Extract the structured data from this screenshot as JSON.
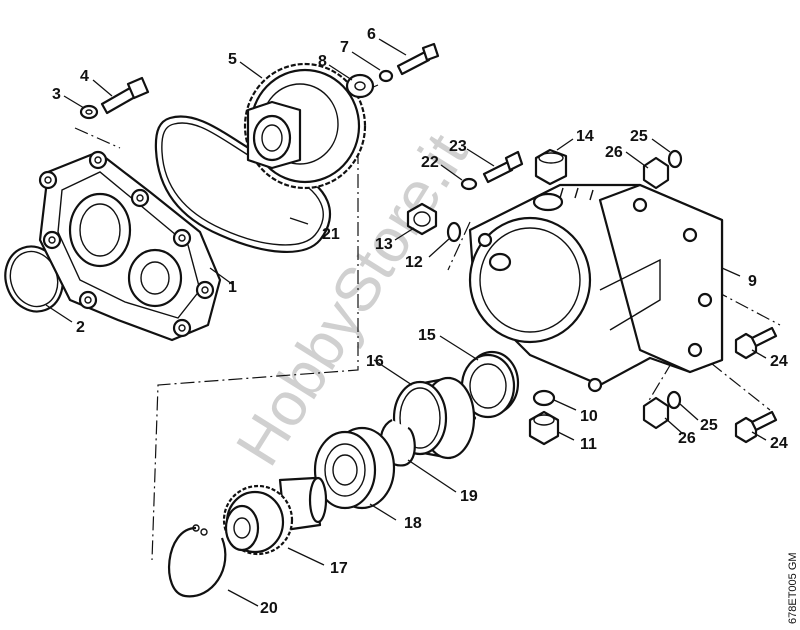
{
  "watermark": "HobbyStore.it",
  "drawing_code": "678ET005 GM",
  "callouts": {
    "n1": "1",
    "n2": "2",
    "n3": "3",
    "n4": "4",
    "n5": "5",
    "n6": "6",
    "n7": "7",
    "n8": "8",
    "n9": "9",
    "n10": "10",
    "n11": "11",
    "n12": "12",
    "n13": "13",
    "n14": "14",
    "n15": "15",
    "n16": "16",
    "n17": "17",
    "n18": "18",
    "n19": "19",
    "n20": "20",
    "n21": "21",
    "n22": "22",
    "n23": "23",
    "n24a": "24",
    "n24b": "24",
    "n25a": "25",
    "n25b": "25",
    "n26a": "26",
    "n26b": "26"
  }
}
